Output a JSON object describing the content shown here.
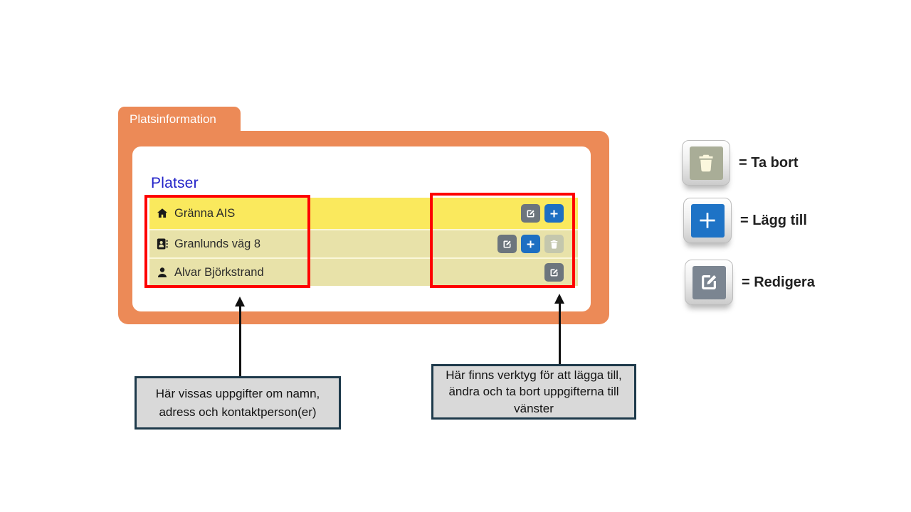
{
  "panel": {
    "tab_label": "Platsinformation",
    "heading": "Platser",
    "rows": [
      {
        "icon": "home-icon",
        "label": "Gränna AIS",
        "buttons": [
          "edit",
          "add"
        ]
      },
      {
        "icon": "address-book-icon",
        "label": "Granlunds väg 8",
        "buttons": [
          "edit",
          "add",
          "delete"
        ]
      },
      {
        "icon": "user-icon",
        "label": "Alvar Björkstrand",
        "buttons": [
          "edit"
        ]
      }
    ]
  },
  "legend": [
    {
      "icon": "trash-icon",
      "label": "= Ta bort"
    },
    {
      "icon": "plus-icon",
      "label": "= Lägg till"
    },
    {
      "icon": "edit-icon",
      "label": "= Redigera"
    }
  ],
  "callouts": {
    "left": {
      "lines": [
        "Här vissas uppgifter om namn,",
        "adress och kontaktperson(er)"
      ]
    },
    "right": {
      "lines": [
        "Här finns verktyg för att lägga till,",
        "ändra och ta bort uppgifterna till",
        "vänster"
      ]
    }
  },
  "colors": {
    "panel_orange": "#ec8a57",
    "row_highlight": "#fae95d",
    "row_muted": "#e8e2a9",
    "heading_blue": "#2222c8",
    "button_gray": "#6c757d",
    "button_blue": "#1d6fc2",
    "button_disabled": "#c4c7ad",
    "annotation_red": "#fe0000",
    "callout_bg": "#d9d9d9",
    "callout_border": "#1e3a4b"
  }
}
